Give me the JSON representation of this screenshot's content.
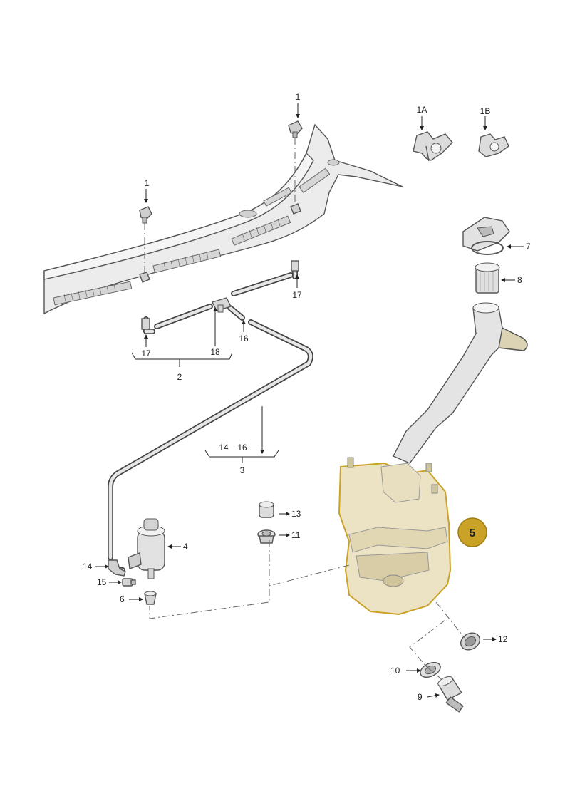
{
  "callouts": {
    "c1a": "1",
    "c1b": "1",
    "c1A": "1A",
    "c1B": "1B",
    "c2": "2",
    "c3": "3",
    "c4": "4",
    "c5": "5",
    "c6": "6",
    "c7": "7",
    "c8": "8",
    "c9": "9",
    "c10": "10",
    "c11": "11",
    "c12": "12",
    "c13": "13",
    "c14a": "14",
    "c14b": "14",
    "c15": "15",
    "c16a": "16",
    "c16b": "16",
    "c17a": "17",
    "c17b": "17",
    "c18": "18"
  },
  "colors": {
    "highlight": "#c9a227",
    "tank_fill": "#ece3c4",
    "part_fill": "#e6e6e6",
    "line": "#222222"
  }
}
